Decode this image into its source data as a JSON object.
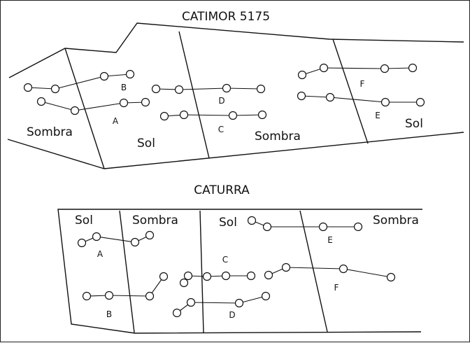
{
  "diagram": {
    "catimor": {
      "title": "CATIMOR 5175",
      "zones": [
        "Sombra",
        "Sol",
        "Sombra",
        "Sol"
      ],
      "rows": [
        "A",
        "B",
        "C",
        "D",
        "E",
        "F"
      ]
    },
    "caturra": {
      "title": "CATURRA",
      "zones": [
        "Sol",
        "Sombra",
        "Sol",
        "Sombra"
      ],
      "rows": [
        "A",
        "B",
        "C",
        "D",
        "E",
        "F"
      ]
    }
  }
}
